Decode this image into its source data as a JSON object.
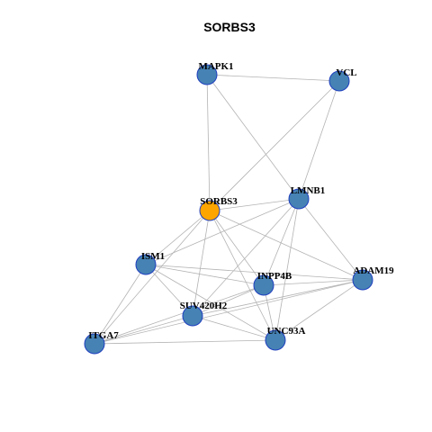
{
  "title": "SORBS3",
  "colors": {
    "node_default": "#4682B4",
    "node_highlight": "#FFA500",
    "node_border": "#1f3fbf",
    "edge": "#b3b3b3"
  },
  "nodes": [
    {
      "id": "MAPK1",
      "highlight": false
    },
    {
      "id": "VCL",
      "highlight": false
    },
    {
      "id": "SORBS3",
      "highlight": true
    },
    {
      "id": "LMNB1",
      "highlight": false
    },
    {
      "id": "ISM1",
      "highlight": false
    },
    {
      "id": "INPP4B",
      "highlight": false
    },
    {
      "id": "ADAM19",
      "highlight": false
    },
    {
      "id": "SUV420H2",
      "highlight": false
    },
    {
      "id": "ITGA7",
      "highlight": false
    },
    {
      "id": "UNC93A",
      "highlight": false
    }
  ],
  "edges": [
    [
      "MAPK1",
      "VCL"
    ],
    [
      "MAPK1",
      "SORBS3"
    ],
    [
      "MAPK1",
      "LMNB1"
    ],
    [
      "VCL",
      "SORBS3"
    ],
    [
      "VCL",
      "LMNB1"
    ],
    [
      "SORBS3",
      "LMNB1"
    ],
    [
      "SORBS3",
      "ISM1"
    ],
    [
      "SORBS3",
      "INPP4B"
    ],
    [
      "SORBS3",
      "ADAM19"
    ],
    [
      "SORBS3",
      "SUV420H2"
    ],
    [
      "SORBS3",
      "UNC93A"
    ],
    [
      "SORBS3",
      "ITGA7"
    ],
    [
      "LMNB1",
      "ISM1"
    ],
    [
      "LMNB1",
      "INPP4B"
    ],
    [
      "LMNB1",
      "ADAM19"
    ],
    [
      "LMNB1",
      "SUV420H2"
    ],
    [
      "LMNB1",
      "UNC93A"
    ],
    [
      "ISM1",
      "INPP4B"
    ],
    [
      "ISM1",
      "ADAM19"
    ],
    [
      "ISM1",
      "SUV420H2"
    ],
    [
      "ISM1",
      "ITGA7"
    ],
    [
      "ISM1",
      "UNC93A"
    ],
    [
      "INPP4B",
      "ADAM19"
    ],
    [
      "INPP4B",
      "SUV420H2"
    ],
    [
      "INPP4B",
      "ITGA7"
    ],
    [
      "INPP4B",
      "UNC93A"
    ],
    [
      "ADAM19",
      "SUV420H2"
    ],
    [
      "ADAM19",
      "ITGA7"
    ],
    [
      "ADAM19",
      "UNC93A"
    ],
    [
      "SUV420H2",
      "ITGA7"
    ],
    [
      "SUV420H2",
      "UNC93A"
    ],
    [
      "ITGA7",
      "UNC93A"
    ]
  ]
}
